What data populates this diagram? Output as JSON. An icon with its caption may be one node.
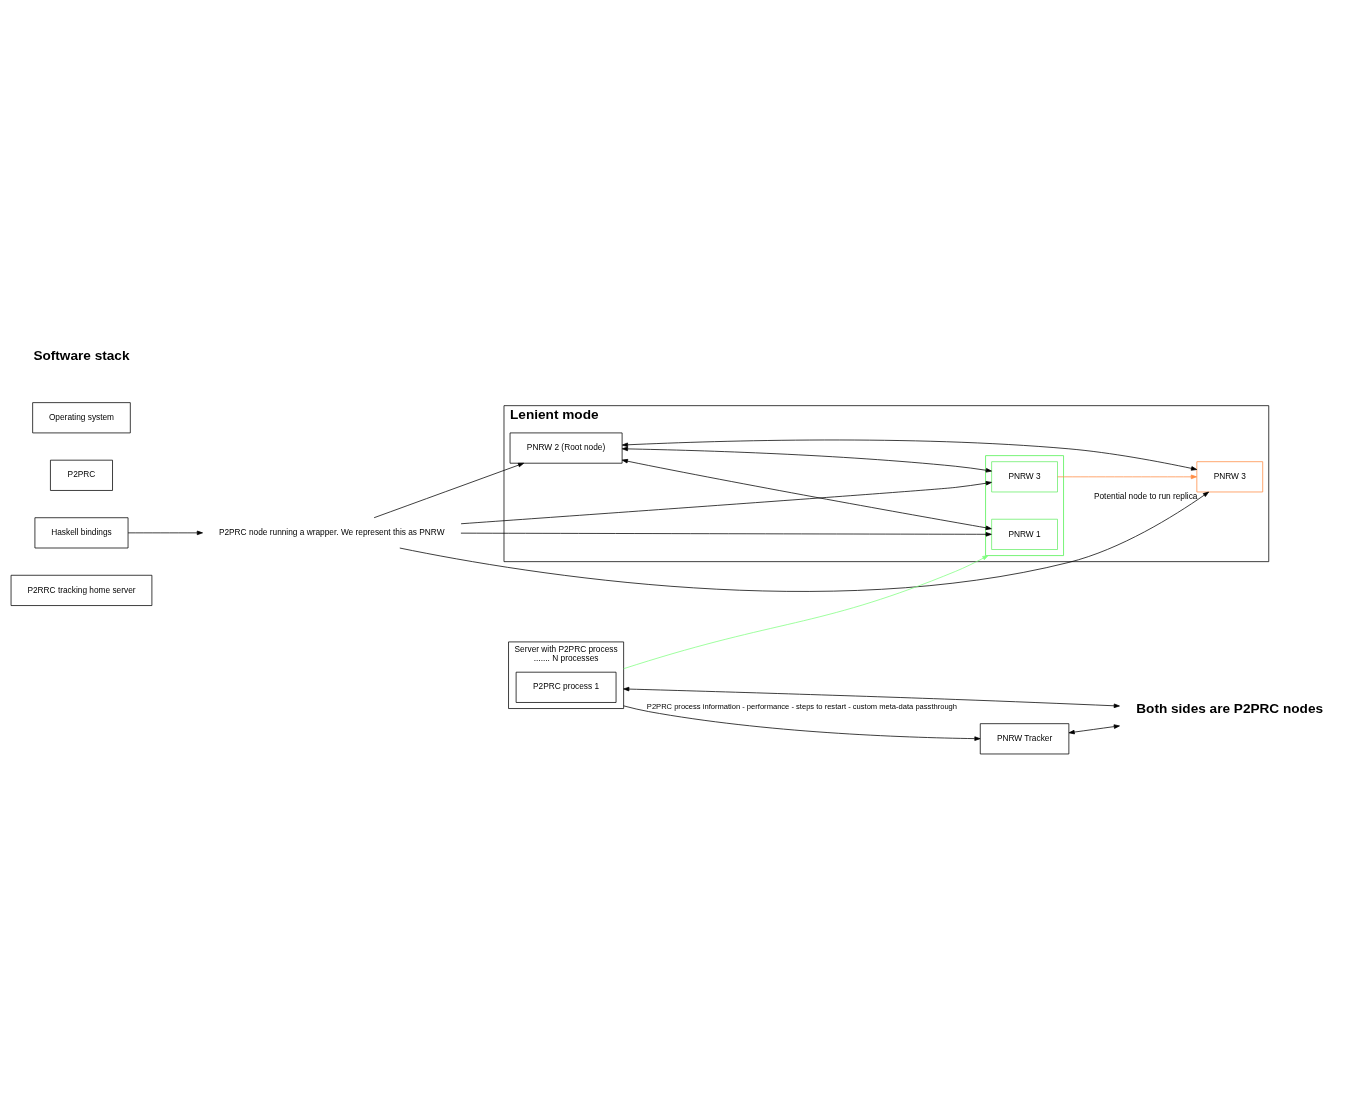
{
  "diagram": {
    "nodes": [
      {
        "text": [
          "P2RRC tracking home server"
        ]
      },
      {
        "text": [
          "Haskell bindings"
        ]
      },
      {
        "text": [
          "P2PRC"
        ]
      },
      {
        "text": [
          "Operating system"
        ]
      },
      {
        "text": [
          "P2PRC node running a wrapper. We represent this as PNRW"
        ]
      },
      {
        "text": [
          "Lenient mode"
        ]
      },
      {
        "text": [
          "PNRW 2 (Root node)"
        ],
        "in": 5
      },
      {
        "text": [],
        "shape": "box",
        "in": 5
      },
      {
        "text": [
          "PNRW 1"
        ],
        "in": 7
      },
      {
        "text": [
          "PNRW 3"
        ],
        "in": 5,
        "beside": [
          "Potential node to run replica"
        ]
      },
      {
        "text": [
          "PNRW 3"
        ],
        "in": 7
      },
      {
        "text": [
          "Server with P2PRC process",
          "....... N processes"
        ]
      },
      {
        "text": [
          "P2PRC process 1"
        ],
        "in": 11
      },
      {
        "text": [
          "PNRW Tracker"
        ]
      },
      {
        "text": [
          "Both sides are P2PRC nodes"
        ]
      }
    ],
    "edges": [
      {
        "from": 1,
        "to": 4,
        "arrow": "to"
      },
      {
        "from": 4,
        "to": 6,
        "arrow": "to"
      },
      {
        "from": 4,
        "to": 9,
        "arrow": "to"
      },
      {
        "from": 4,
        "to": 8,
        "arrow": "to"
      },
      {
        "from": 4,
        "to": 10,
        "arrow": "to"
      },
      {
        "from": 6,
        "to": 8,
        "arrow": "both"
      },
      {
        "from": 6,
        "to": 10,
        "arrow": "both"
      },
      {
        "from": 6,
        "to": 9,
        "arrow": "both"
      },
      {
        "from": 10,
        "to": 9,
        "arrow": "to",
        "color": "#ff8c42"
      },
      {
        "from": 11,
        "to": 13,
        "arrow": "to",
        "label": "P2PRC process information - performance - steps to restart - custom meta-data passthrough"
      },
      {
        "from": 11,
        "to": 7,
        "arrow": "to",
        "color": "#80ff80"
      },
      {
        "from": 13,
        "to": 14,
        "arrow": "both"
      },
      {
        "from": 11,
        "to": 14,
        "arrow": "both"
      }
    ],
    "labels": [
      "Software stack"
    ]
  }
}
